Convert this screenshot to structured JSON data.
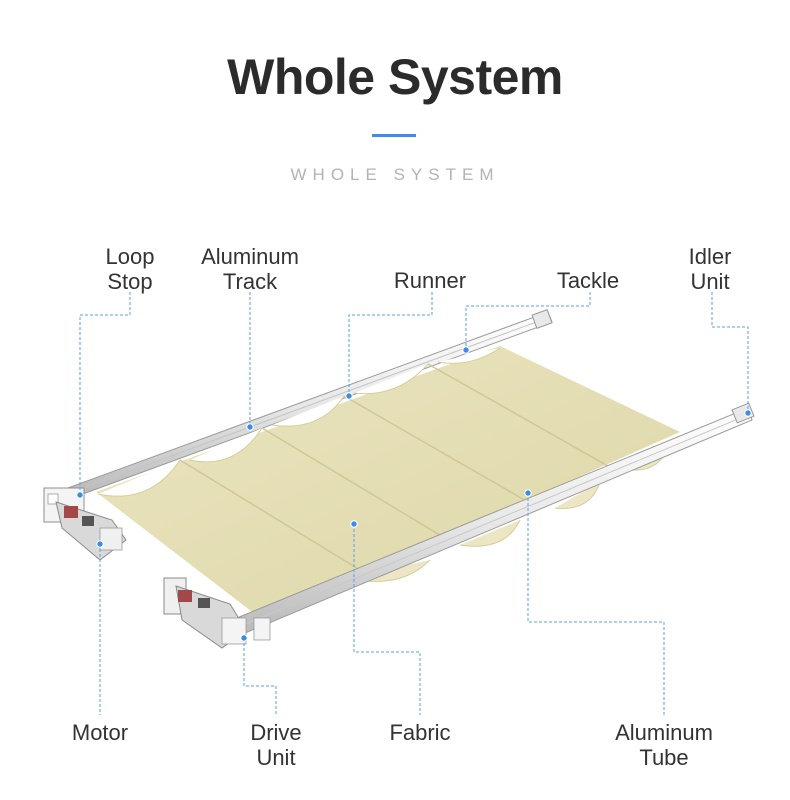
{
  "header": {
    "title": "Whole System",
    "subtitle": "WHOLE SYSTEM"
  },
  "labels": {
    "loop_stop": "Loop\nStop",
    "aluminum_track": "Aluminum\nTrack",
    "runner": "Runner",
    "tackle": "Tackle",
    "idler_unit": "Idler\nUnit",
    "motor": "Motor",
    "drive_unit": "Drive\nUnit",
    "fabric": "Fabric",
    "aluminum_tube": "Aluminum\nTube"
  },
  "colors": {
    "accent": "#3a8ee6",
    "fabric": "#e6e0b8",
    "fabric_shadow": "#cfc894",
    "rail": "#f2f2f2"
  },
  "icons": {
    "callout_dot": "blue-dot"
  }
}
